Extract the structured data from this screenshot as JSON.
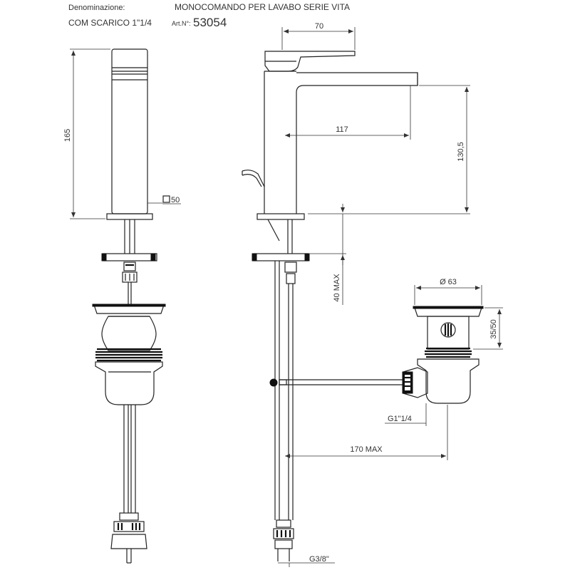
{
  "header": {
    "denomination_label": "Denominazione:",
    "product_name": "MONOCOMANDO PER LAVABO SERIE VITA",
    "product_variant": "COM SCARICO 1\"1/4",
    "article_label": "Art.N°:",
    "article_number": "53054"
  },
  "dimensions": {
    "total_height": "165",
    "body_square": "50",
    "handle_length": "70",
    "spout_reach": "117",
    "spout_height": "130,5",
    "max_thickness": "40 MAX",
    "waste_diameter": "Ø 63",
    "waste_height": "35/50",
    "waste_thread": "G1\"1/4",
    "tailpiece_reach": "170 MAX",
    "inlet_thread": "G3/8\""
  }
}
